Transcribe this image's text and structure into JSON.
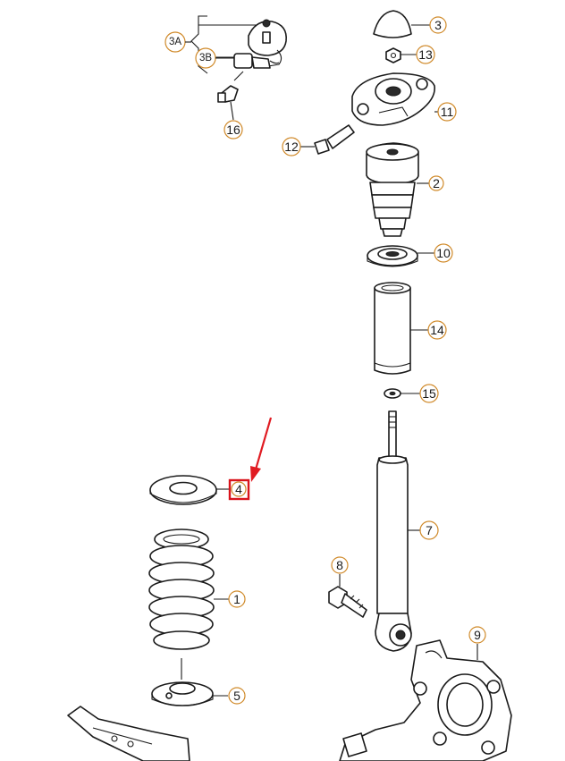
{
  "callouts": [
    {
      "id": "c3a",
      "label": "3A"
    },
    {
      "id": "c3b",
      "label": "3B"
    },
    {
      "id": "c16",
      "label": "16"
    },
    {
      "id": "c3",
      "label": "3"
    },
    {
      "id": "c13",
      "label": "13"
    },
    {
      "id": "c11",
      "label": "11"
    },
    {
      "id": "c12",
      "label": "12"
    },
    {
      "id": "c2",
      "label": "2"
    },
    {
      "id": "c10",
      "label": "10"
    },
    {
      "id": "c14",
      "label": "14"
    },
    {
      "id": "c15",
      "label": "15"
    },
    {
      "id": "c7",
      "label": "7"
    },
    {
      "id": "c8",
      "label": "8"
    },
    {
      "id": "c9",
      "label": "9"
    },
    {
      "id": "c4",
      "label": "4"
    },
    {
      "id": "c1",
      "label": "1"
    },
    {
      "id": "c5",
      "label": "5"
    }
  ],
  "highlight": {
    "label": "4",
    "color": "#d9141c"
  },
  "colors": {
    "line": "#1a1a1a",
    "callout_ring": "#d08a2a",
    "arrow": "#e01b22"
  }
}
